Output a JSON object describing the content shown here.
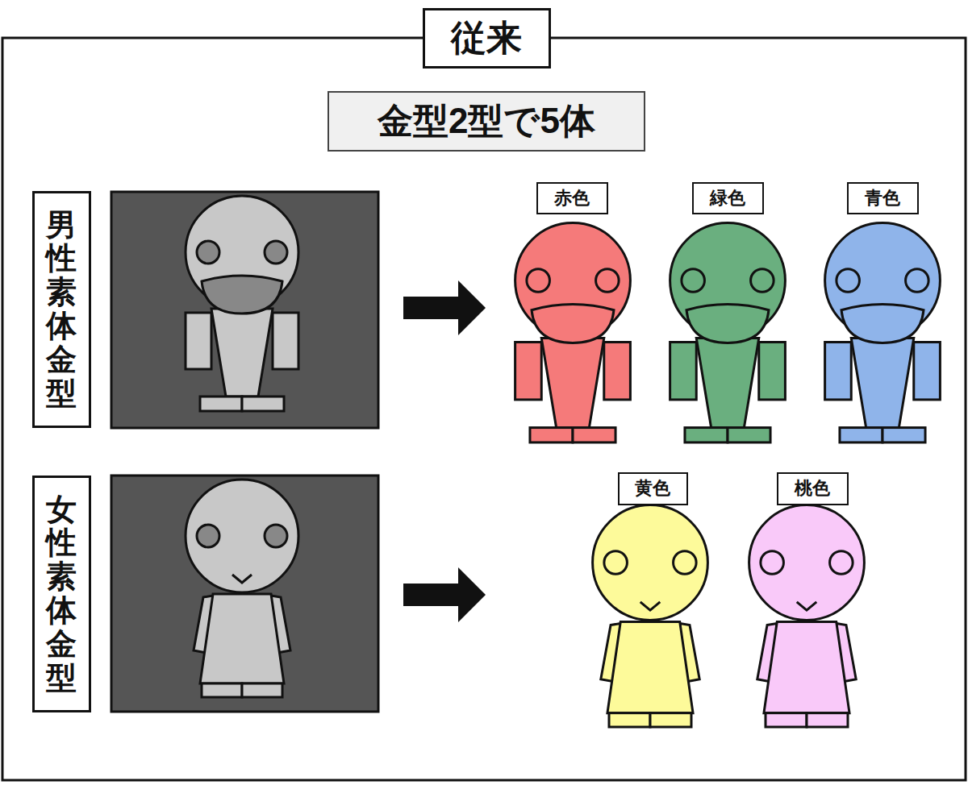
{
  "diagram": {
    "title": "従来",
    "nodes": [
      {
        "text": [
          "金型2型で5体"
        ]
      },
      {
        "text": [
          "男性素体金型"
        ]
      },
      {
        "text": [
          "赤色"
        ]
      },
      {
        "text": [
          "緑色"
        ]
      },
      {
        "text": [
          "青色"
        ]
      },
      {
        "text": [
          "女性素体金型"
        ]
      },
      {
        "text": [
          "黄色"
        ]
      },
      {
        "text": [
          "桃色"
        ]
      }
    ]
  }
}
